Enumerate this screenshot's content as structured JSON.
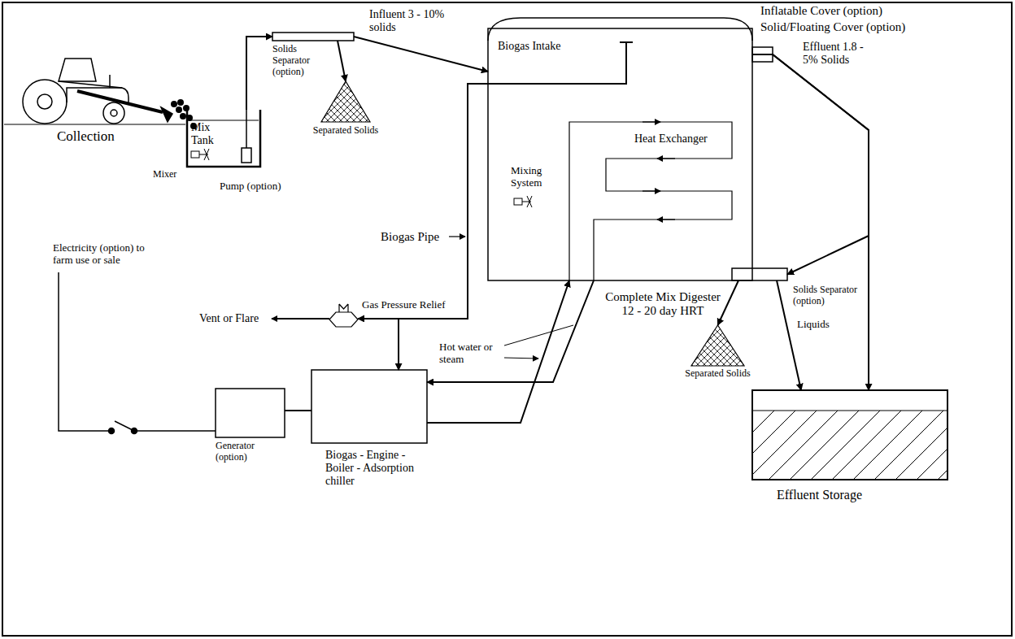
{
  "diagram": {
    "nodes": [
      {
        "text": [
          "Mix Tank"
        ]
      },
      {
        "text": [
          "Solids Separator (option)"
        ]
      },
      {
        "text": [
          "Separated Solids"
        ]
      },
      {
        "text": [
          "Biogas Intake",
          "Mixing System",
          "Heat Exchanger",
          "Complete Mix Digester 12 - 20 day HRT"
        ]
      },
      {
        "text": [
          "Gas Pressure Relief"
        ]
      },
      {
        "text": [
          "Biogas - Engine - Boiler - Adsorption chiller"
        ]
      },
      {
        "text": [
          "Generator (option)"
        ]
      },
      {
        "text": [
          "Solids Separator (option)"
        ]
      },
      {
        "text": [
          "Separated Solids"
        ]
      },
      {
        "text": [
          "Effluent Storage"
        ]
      }
    ],
    "edges": [
      {
        "from": 0,
        "to": 1,
        "arrow": "to"
      },
      {
        "from": 1,
        "to": 2,
        "arrow": "to"
      },
      {
        "from": 1,
        "to": 3,
        "label": "Influent 3 - 10% solids",
        "arrow": "to"
      },
      {
        "from": 3,
        "to": 4,
        "arrow": "to"
      },
      {
        "from": 4,
        "to": 5,
        "arrow": "to"
      },
      {
        "from": 5,
        "to": 3,
        "arrow": "to"
      },
      {
        "from": 3,
        "to": 5,
        "arrow": "to"
      },
      {
        "from": 5,
        "to": 6,
        "arrow": "none"
      },
      {
        "from": 3,
        "to": 9,
        "label": "Effluent 1.8 - 5% Solids",
        "arrow": "to"
      },
      {
        "from": 3,
        "to": 7,
        "arrow": "to"
      },
      {
        "from": 7,
        "to": 8,
        "arrow": "to"
      },
      {
        "from": 7,
        "to": 9,
        "label": "Liquids",
        "arrow": "to"
      }
    ],
    "labels": [
      "Collection",
      "Mixer",
      "Pump (option)",
      "Inflatable Cover (option)",
      "Solid/Floating Cover (option)",
      "Biogas Pipe",
      "Vent or Flare",
      "Hot water or steam",
      "Electricity (option) to farm use or sale"
    ]
  }
}
